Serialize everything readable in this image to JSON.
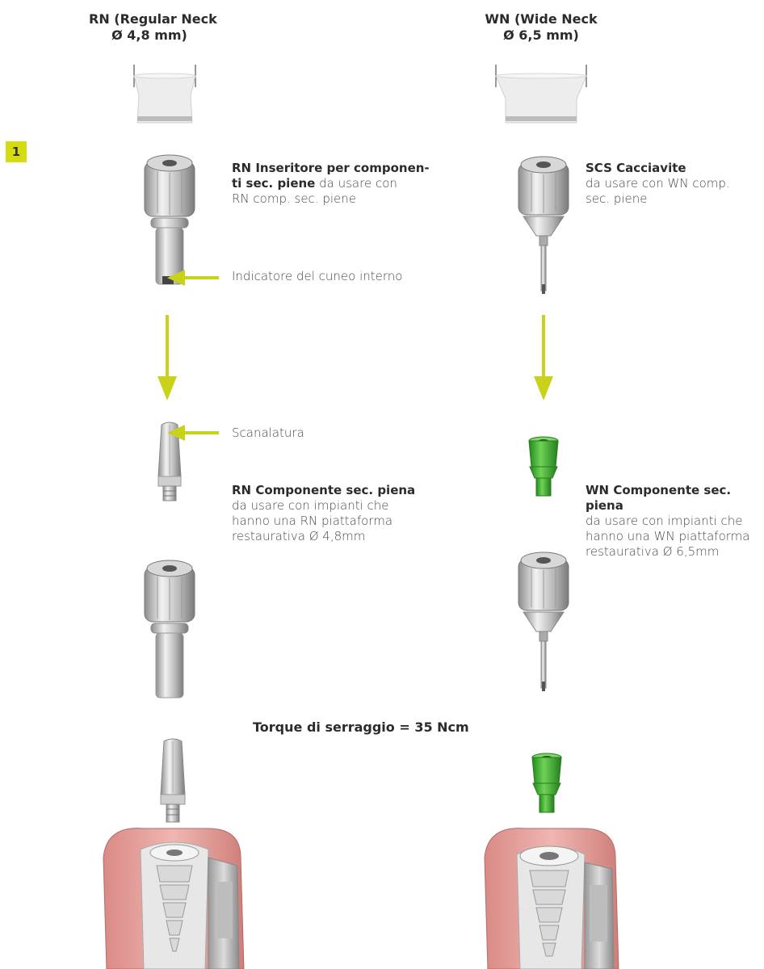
{
  "step_number": "1",
  "colors": {
    "accent": "#d4dc10",
    "arrow": "#c9d21a",
    "component_green": "#3dae2b",
    "gum_pink": "#e8a5a0"
  },
  "left": {
    "heading_line1": "RN (Regular Neck",
    "heading_line2": "Ø 4,8 mm)",
    "inserter_title_bold": "RN Inseritore per componen-",
    "inserter_title_bold2": "ti sec. piene",
    "inserter_desc_tail": " da usare con",
    "inserter_desc_line3": "RN comp. sec. piene",
    "indicator_label": "Indicatore del cuneo interno",
    "groove_label": "Scanalatura",
    "component_title": "RN Componente sec. piena",
    "component_desc1": "da usare con impianti che",
    "component_desc2": "hanno una RN piattaforma",
    "component_desc3": "restaurativa Ø 4,8mm"
  },
  "right": {
    "heading_line1": "WN (Wide Neck",
    "heading_line2": "Ø 6,5 mm)",
    "screwdriver_title": "SCS Cacciavite",
    "screwdriver_desc1": "da usare con WN comp.",
    "screwdriver_desc2": "sec. piene",
    "component_title1": "WN Componente sec.",
    "component_title2": "piena",
    "component_desc1": "da usare con impianti che",
    "component_desc2": "hanno una WN piattaforma",
    "component_desc3": "restaurativa Ø 6,5mm"
  },
  "torque_label": "Torque di serraggio = 35 Ncm"
}
